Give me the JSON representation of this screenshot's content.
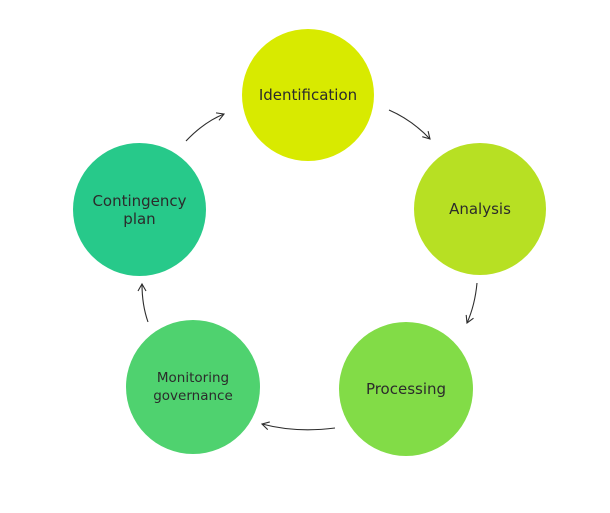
{
  "diagram": {
    "nodes": [
      {
        "id": "identification",
        "label": "Identification",
        "color": "#d8ea00"
      },
      {
        "id": "analysis",
        "label": "Analysis",
        "color": "#b7e023"
      },
      {
        "id": "processing",
        "label": "Processing",
        "color": "#82dc47"
      },
      {
        "id": "monitoring",
        "label": "Monitoring governance",
        "color": "#4fd26f"
      },
      {
        "id": "contingency",
        "label": "Contingency plan",
        "color": "#27c98a"
      }
    ],
    "edges": [
      {
        "from": "identification",
        "to": "analysis"
      },
      {
        "from": "analysis",
        "to": "processing"
      },
      {
        "from": "processing",
        "to": "monitoring"
      },
      {
        "from": "monitoring",
        "to": "contingency"
      },
      {
        "from": "contingency",
        "to": "identification"
      }
    ],
    "arrow_color": "#2d2d2d"
  }
}
